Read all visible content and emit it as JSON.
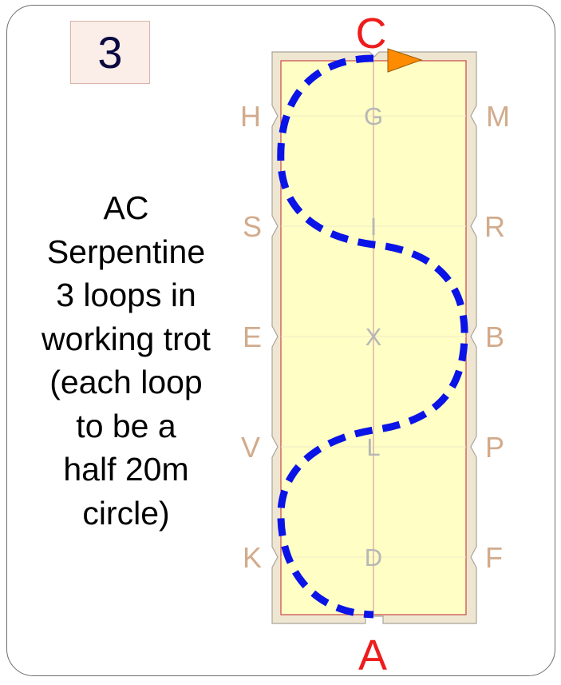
{
  "test_number": "3",
  "movement": {
    "lines": [
      "AC",
      "Serpentine",
      "3 loops in",
      "working trot",
      "(each loop",
      "to be a",
      "half 20m",
      "circle)"
    ]
  },
  "arena": {
    "end_letters": [
      "C",
      "A"
    ],
    "left_letters": [
      "H",
      "S",
      "E",
      "V",
      "K"
    ],
    "right_letters": [
      "M",
      "R",
      "B",
      "P",
      "F"
    ],
    "center_letters": [
      "G",
      "I",
      "X",
      "L",
      "D"
    ]
  },
  "colors": {
    "path": "#0a14e6",
    "arena_fill": "#fffec4",
    "fence": "#efe6d2",
    "end_letter": "#ee1c1c",
    "side_letter": "#d2ab8c",
    "direction_arrow": "#ff8c00"
  },
  "icons": [
    "direction-arrow-icon"
  ]
}
